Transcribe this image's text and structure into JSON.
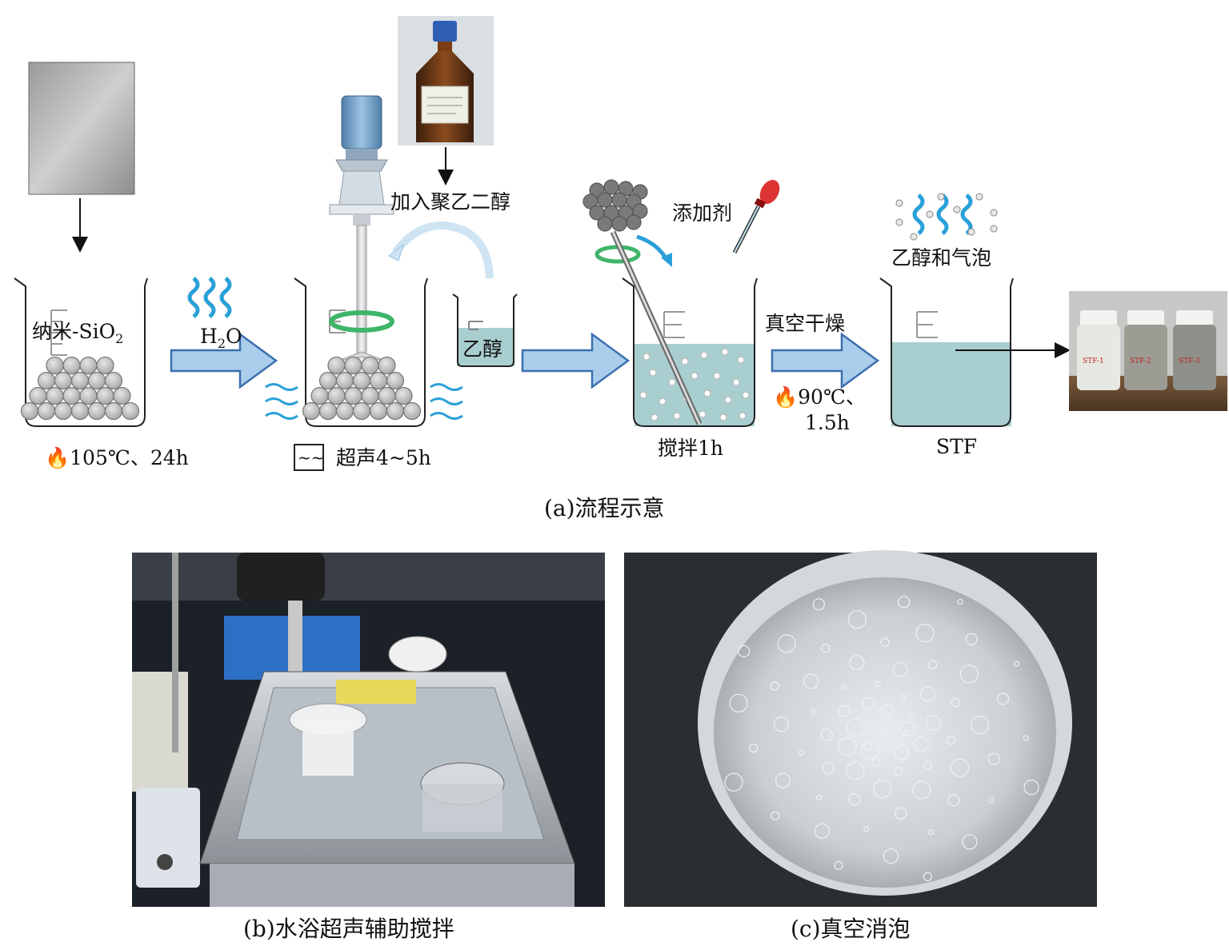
{
  "figure_a": {
    "caption": "(a)流程示意",
    "step1": {
      "vessel_label": "纳米-SiO",
      "vessel_label_sub": "2",
      "condition": "105℃、24h"
    },
    "arrow1_label": {
      "main": "H",
      "sub": "2",
      "tail": "O"
    },
    "step2": {
      "condition": "超声4~5h",
      "ultrasound_symbol": "~~"
    },
    "add_label": "加入聚乙二醇",
    "ethanol_beaker_label": "乙醇",
    "step3": {
      "additive_label": "添加剂",
      "condition": "搅拌1h"
    },
    "dry_label": "真空干燥",
    "dry_condition_1": "90℃、",
    "dry_condition_2": "1.5h",
    "step4": {
      "release_label": "乙醇和气泡",
      "product_label": "STF"
    },
    "sample_jars": [
      "STF-1",
      "STF-2",
      "STF-3"
    ]
  },
  "figure_b": {
    "caption": "(b)水浴超声辅助搅拌"
  },
  "figure_c": {
    "caption": "(c)真空消泡"
  },
  "colors": {
    "liquid": "#a9ced0",
    "arrow_fill": "#a9cdeb",
    "arrow_stroke": "#3c6fb0",
    "water_wave": "#2aa0d8",
    "stir_ring": "#3fb56a",
    "particle": "#c4c4c4"
  }
}
